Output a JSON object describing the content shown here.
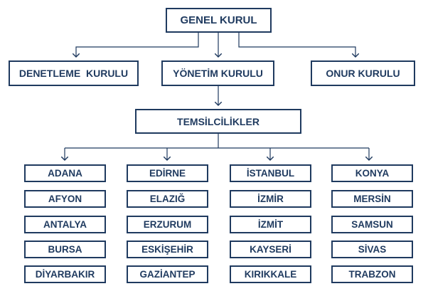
{
  "top": {
    "genel_kurul": "GENEL KURUL",
    "denetleme": "DENETLEME  KURULU",
    "yonetim": "YÖNETİM KURULU",
    "onur": "ONUR KURULU",
    "temsilcilikler": "TEMSİLCİLİKLER"
  },
  "columns": [
    [
      "ADANA",
      "AFYON",
      "ANTALYA",
      "BURSA",
      "DİYARBAKIR"
    ],
    [
      "EDİRNE",
      "ELAZIĞ",
      "ERZURUM",
      "ESKİŞEHİR",
      "GAZİANTEP"
    ],
    [
      "İSTANBUL",
      "İZMİR",
      "İZMİT",
      "KAYSERİ",
      "KIRIKKALE"
    ],
    [
      "KONYA",
      "MERSİN",
      "SAMSUN",
      "SİVAS",
      "TRABZON"
    ]
  ],
  "colors": {
    "line": "#1f3a5f",
    "text": "#1f3a5f",
    "background": "#ffffff"
  }
}
